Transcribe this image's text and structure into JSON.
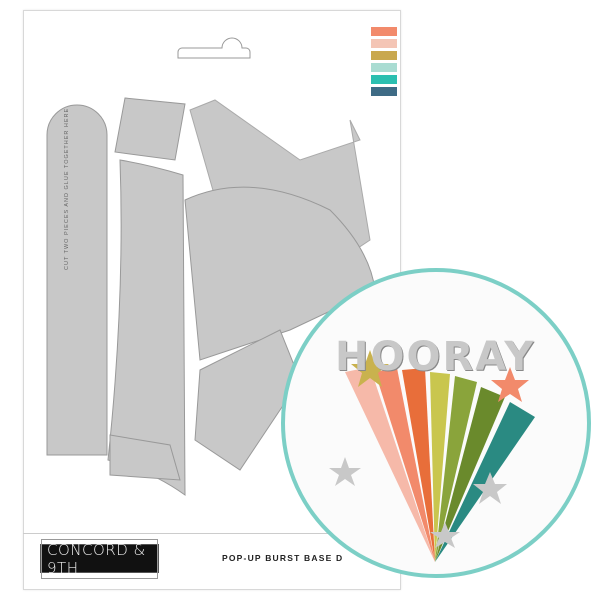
{
  "brand": {
    "logo_text": "CONCORD & 9TH"
  },
  "product": {
    "name": "POP-UP BURST BASE D"
  },
  "die": {
    "vertical_note": "CUT TWO PIECES AND GLUE TOGETHER HERE"
  },
  "swatches": [
    "#f28a6b",
    "#f4c5b5",
    "#c9a84e",
    "#a9dcd2",
    "#2bbfb0",
    "#3e6b85"
  ],
  "photo": {
    "banner_text": "HOORAY"
  },
  "colors": {
    "die": "#c8c8c8",
    "circle_border": "#7ccfc6"
  }
}
